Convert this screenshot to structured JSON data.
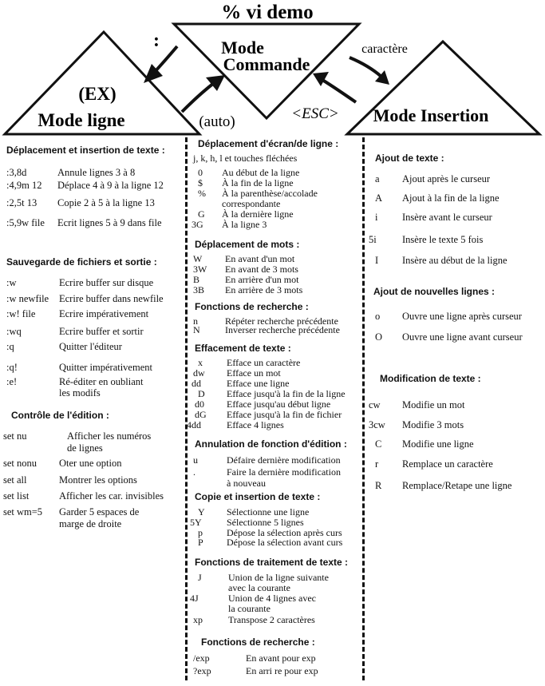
{
  "diagram": {
    "title": "% vi demo",
    "ex_prefix": "(EX)",
    "mode_ligne": "Mode ligne",
    "mode_commande_1": "Mode",
    "mode_commande_2": "Commande",
    "mode_insertion": "Mode Insertion",
    "arrow_colon": ":",
    "arrow_caractere": "caractère",
    "arrow_auto": "(auto)",
    "arrow_esc": "<ESC>"
  },
  "col1": {
    "s1": {
      "heading": "Déplacement et insertion de texte :",
      "items": [
        {
          "k": ":3,8d",
          "d": "Annule lignes 3 à 8"
        },
        {
          "k": ":4,9m 12",
          "d": "Déplace 4 à 9 à la ligne 12"
        },
        {
          "k": ":2,5t 13",
          "d": "Copie 2 à 5 à la ligne 13"
        },
        {
          "k": ":5,9w file",
          "d": "Ecrit lignes 5 à 9 dans file"
        }
      ]
    },
    "s2": {
      "heading": "Sauvegarde de fichiers et sortie :",
      "items": [
        {
          "k": ":w",
          "d": "Ecrire buffer sur disque"
        },
        {
          "k": ":w newfile",
          "d": "Ecrire buffer dans newfile"
        },
        {
          "k": ":w! file",
          "d": "Ecrire impérativement"
        },
        {
          "k": ":wq",
          "d": "Ecrire buffer et sortir"
        },
        {
          "k": ":q",
          "d": "Quitter l'éditeur"
        },
        {
          "k": ":q!",
          "d": "Quitter impérativement"
        },
        {
          "k": ":e!",
          "d": "Ré-éditer en oubliant",
          "d2": "les modifs"
        }
      ]
    },
    "s3": {
      "heading": "Contrôle de l'édition :",
      "items": [
        {
          "k": "set nu",
          "d": "Afficher les numéros",
          "d2": "de lignes"
        },
        {
          "k": "set nonu",
          "d": "Oter une option"
        },
        {
          "k": "set all",
          "d": "Montrer les options"
        },
        {
          "k": "set list",
          "d": "Afficher les car. invisibles"
        },
        {
          "k": "set wm=5",
          "d": "Garder 5 espaces de",
          "d2": "marge de droite"
        }
      ]
    }
  },
  "col2": {
    "s1": {
      "heading": "Déplacement d'écran/de ligne :",
      "intro": "j, k, h, l et touches fléchées",
      "items": [
        {
          "k": "0",
          "d": "Au début de la ligne"
        },
        {
          "k": "$",
          "d": "À la fin de la ligne"
        },
        {
          "k": "%",
          "d": "À la parenthèse/accolade",
          "d2": "correspondante"
        },
        {
          "k": "G",
          "d": "À la dernière ligne"
        },
        {
          "k": "3G",
          "d": "À la ligne 3"
        }
      ]
    },
    "s2": {
      "heading": "Déplacement de mots :",
      "items": [
        {
          "k": "W",
          "d": "En avant d'un mot"
        },
        {
          "k": "3W",
          "d": "En avant de 3 mots"
        },
        {
          "k": "B",
          "d": "En arrière d'un mot"
        },
        {
          "k": "3B",
          "d": "En arrière de 3 mots"
        }
      ]
    },
    "s3": {
      "heading": "Fonctions de recherche :",
      "items": [
        {
          "k": "n",
          "d": "Répéter recherche précédente"
        },
        {
          "k": "N",
          "d": "Inverser recherche précédente"
        }
      ]
    },
    "s4": {
      "heading": "Effacement de texte :",
      "items": [
        {
          "k": "x",
          "d": "Efface un caractère"
        },
        {
          "k": "dw",
          "d": "Efface un mot"
        },
        {
          "k": "dd",
          "d": "Efface une ligne"
        },
        {
          "k": "D",
          "d": "Efface jusqu'à la fin de la ligne"
        },
        {
          "k": "d0",
          "d": "Efface jusqu'au début ligne"
        },
        {
          "k": "dG",
          "d": "Efface jusqu'à la fin de fichier"
        },
        {
          "k": "4dd",
          "d": "Efface 4 lignes"
        }
      ]
    },
    "s5": {
      "heading": "Annulation de fonction d'édition :",
      "items": [
        {
          "k": "u",
          "d": "Défaire dernière modification"
        },
        {
          "k": ".",
          "d": "Faire la dernière modification",
          "d2": "à nouveau"
        }
      ]
    },
    "s6": {
      "heading": "Copie et insertion de texte :",
      "items": [
        {
          "k": "Y",
          "d": "Sélectionne une ligne"
        },
        {
          "k": "5Y",
          "d": "Sélectionne 5 lignes"
        },
        {
          "k": "p",
          "d": "Dépose la sélection après curs"
        },
        {
          "k": "P",
          "d": "Dépose la sélection avant curs"
        }
      ]
    },
    "s7": {
      "heading": "Fonctions de traitement de texte :",
      "items": [
        {
          "k": "J",
          "d": "Union de la ligne suivante",
          "d2": "avec la courante"
        },
        {
          "k": "4J",
          "d": "Union de 4 lignes avec",
          "d2": "la courante"
        },
        {
          "k": "xp",
          "d": "Transpose 2 caractères"
        }
      ]
    },
    "s8": {
      "heading": "Fonctions de recherche :",
      "items": [
        {
          "k": "/exp",
          "d": "En avant pour exp"
        },
        {
          "k": "?exp",
          "d": "En arri re pour exp"
        }
      ]
    }
  },
  "col3": {
    "s1": {
      "heading": "Ajout de texte :",
      "items": [
        {
          "k": "a",
          "d": "Ajout après le curseur"
        },
        {
          "k": "A",
          "d": "Ajout à la fin de la ligne"
        },
        {
          "k": "i",
          "d": "Insère avant le curseur"
        },
        {
          "k": "5i",
          "d": "Insère le texte 5 fois"
        },
        {
          "k": "I",
          "d": "Insère au début de la ligne"
        }
      ]
    },
    "s2": {
      "heading": "Ajout de nouvelles lignes :",
      "items": [
        {
          "k": "o",
          "d": "Ouvre une ligne après curseur"
        },
        {
          "k": "O",
          "d": "Ouvre une ligne avant curseur"
        }
      ]
    },
    "s3": {
      "heading": "Modification de texte :",
      "items": [
        {
          "k": "cw",
          "d": "Modifie un mot"
        },
        {
          "k": "3cw",
          "d": "Modifie 3 mots"
        },
        {
          "k": "C",
          "d": "Modifie une ligne"
        },
        {
          "k": "r",
          "d": "Remplace un caractère"
        },
        {
          "k": "R",
          "d": "Remplace/Retape une ligne"
        }
      ]
    }
  }
}
